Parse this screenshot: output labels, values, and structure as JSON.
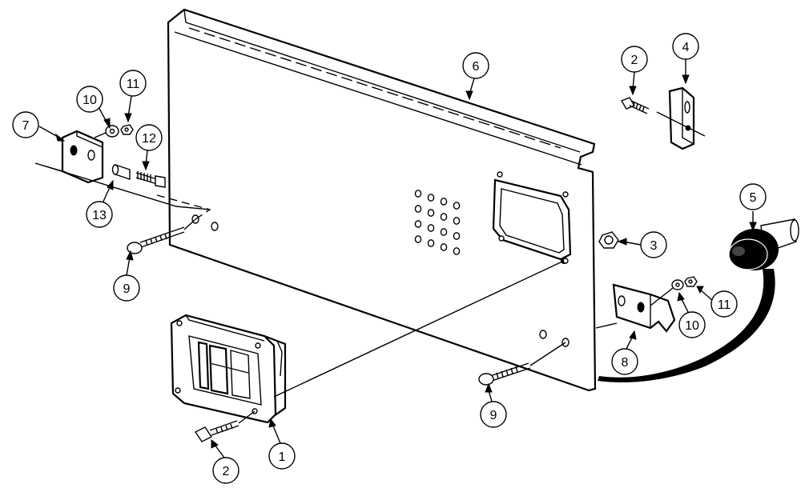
{
  "callouts": [
    {
      "id": "c1",
      "text": "1"
    },
    {
      "id": "c2a",
      "text": "2"
    },
    {
      "id": "c2b",
      "text": "2"
    },
    {
      "id": "c3",
      "text": "3"
    },
    {
      "id": "c4",
      "text": "4"
    },
    {
      "id": "c5",
      "text": "5"
    },
    {
      "id": "c6",
      "text": "6"
    },
    {
      "id": "c7",
      "text": "7"
    },
    {
      "id": "c8",
      "text": "8"
    },
    {
      "id": "c9a",
      "text": "9"
    },
    {
      "id": "c9b",
      "text": "9"
    },
    {
      "id": "c10a",
      "text": "10"
    },
    {
      "id": "c10b",
      "text": "10"
    },
    {
      "id": "c11a",
      "text": "11"
    },
    {
      "id": "c11b",
      "text": "11"
    },
    {
      "id": "c12",
      "text": "12"
    },
    {
      "id": "c13",
      "text": "13"
    }
  ],
  "colors": {
    "ink": "#000000",
    "paper": "#ffffff"
  }
}
